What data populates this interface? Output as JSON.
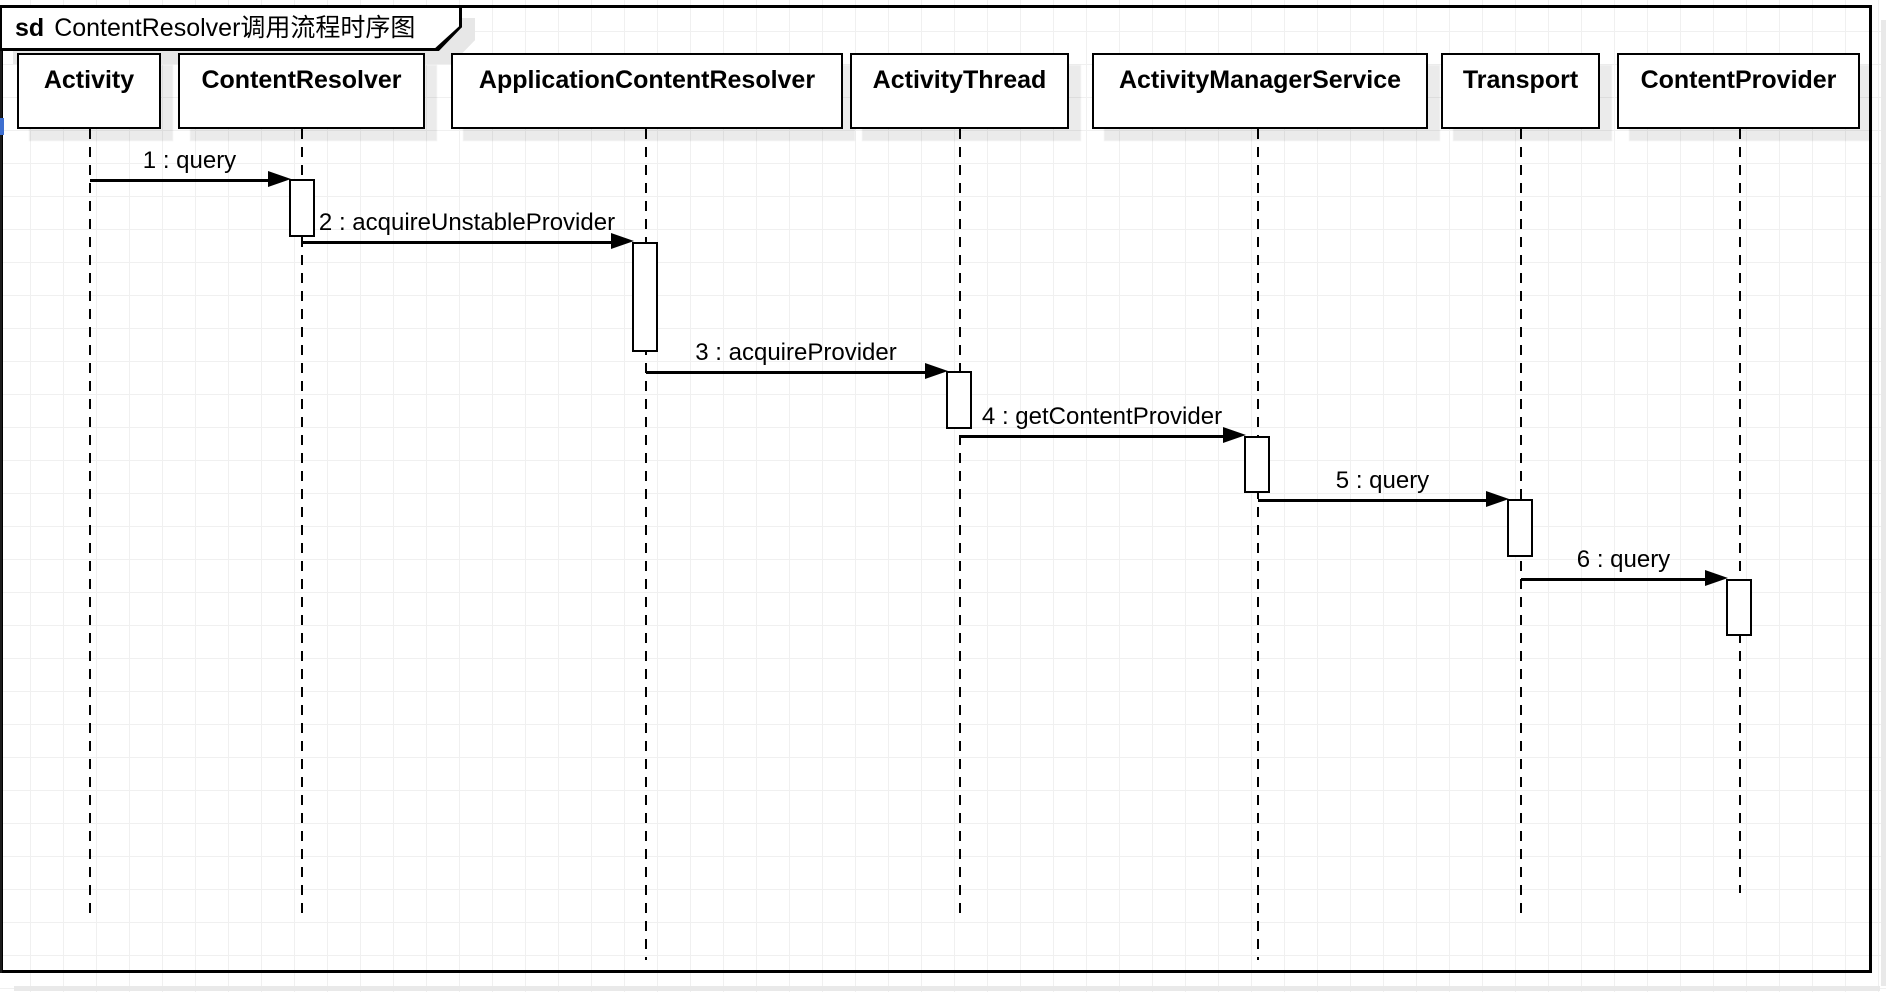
{
  "frame": {
    "keyword": "sd",
    "title": "ContentResolver调用流程时序图"
  },
  "participants": [
    {
      "id": "activity",
      "label": "Activity"
    },
    {
      "id": "content-resolver",
      "label": "ContentResolver"
    },
    {
      "id": "application-content-resolver",
      "label": "ApplicationContentResolver"
    },
    {
      "id": "activity-thread",
      "label": "ActivityThread"
    },
    {
      "id": "activity-manager-service",
      "label": "ActivityManagerService"
    },
    {
      "id": "transport",
      "label": "Transport"
    },
    {
      "id": "content-provider",
      "label": "ContentProvider"
    }
  ],
  "messages": [
    {
      "seq": 1,
      "from": "activity",
      "to": "content-resolver",
      "name": "query",
      "text": "1 : query"
    },
    {
      "seq": 2,
      "from": "content-resolver",
      "to": "application-content-resolver",
      "name": "acquireUnstableProvider",
      "text": "2 : acquireUnstableProvider"
    },
    {
      "seq": 3,
      "from": "application-content-resolver",
      "to": "activity-thread",
      "name": "acquireProvider",
      "text": "3 : acquireProvider"
    },
    {
      "seq": 4,
      "from": "activity-thread",
      "to": "activity-manager-service",
      "name": "getContentProvider",
      "text": "4 : getContentProvider"
    },
    {
      "seq": 5,
      "from": "activity-manager-service",
      "to": "transport",
      "name": "query",
      "text": "5 : query"
    },
    {
      "seq": 6,
      "from": "transport",
      "to": "content-provider",
      "name": "query",
      "text": "6 : query"
    }
  ],
  "colors": {
    "stroke": "#000000",
    "fill": "#ffffff",
    "grid": "#f0f0f0",
    "shadow": "#e9e9e9"
  }
}
